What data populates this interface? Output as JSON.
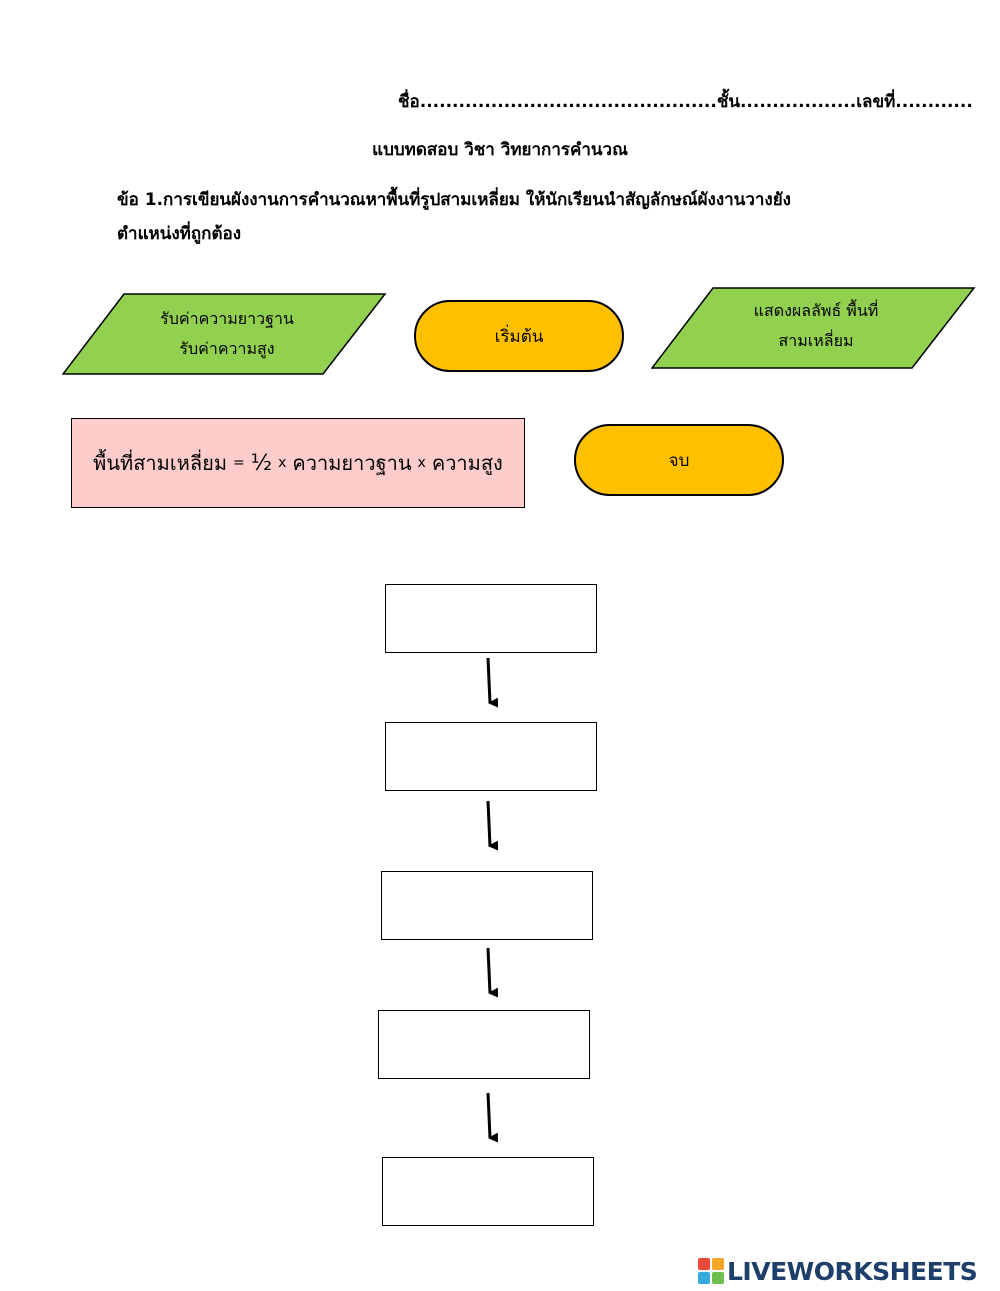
{
  "header": {
    "line": "ชื่อ..............................................ชั้น..................เลขที่............"
  },
  "subtitle": "แบบทดสอบ วิชา วิทยาการคำนวณ",
  "question": {
    "line1": "ข้อ 1.การเขียนผังงานการคำนวณหาพื้นที่รูปสามเหลี่ยม ให้นักเรียนนำสัญลักษณ์ผังงานวางยัง",
    "line2": "ตำแหน่งที่ถูกต้อง"
  },
  "shapes": {
    "input": {
      "line1": "รับค่าความยาวฐาน",
      "line2": "รับค่าความสูง",
      "color": "#92d050"
    },
    "start": {
      "label": "เริ่มต้น",
      "color": "#ffc000"
    },
    "output": {
      "line1": "แสดงผลลัพธ์ พื้นที่",
      "line2": "สามเหลี่ยม",
      "color": "#92d050"
    },
    "process": {
      "left": "พื้นที่สามเหลี่ยม",
      "eq": "=",
      "half": "½",
      "times1": "x",
      "mid": "ความยาวฐาน",
      "times2": "x",
      "right": "ความสูง",
      "color": "#ffcccc"
    },
    "end": {
      "label": "จบ",
      "color": "#ffc000"
    }
  },
  "flowchart": {
    "slots": 5
  },
  "brand": {
    "name": "LIVEWORKSHEETS",
    "logo_letters": [
      "L",
      "I",
      "V",
      "E"
    ],
    "colors": [
      "#e94b3c",
      "#f6a623",
      "#3aa9dd",
      "#6bbf4e"
    ]
  }
}
